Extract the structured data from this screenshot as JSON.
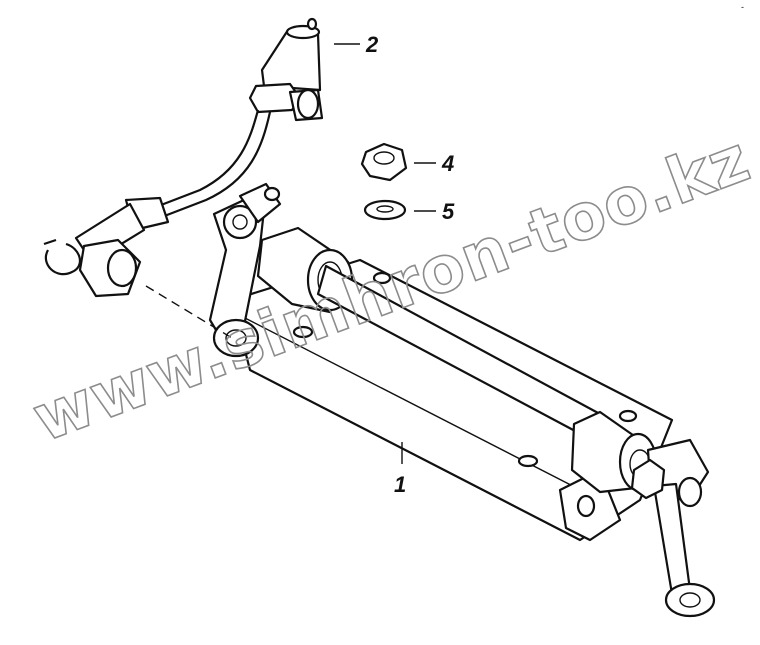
{
  "corner_mark": "-",
  "watermark": "www.simhron-too.kz",
  "callouts": [
    {
      "id": "1",
      "label": "1"
    },
    {
      "id": "2",
      "label": "2"
    },
    {
      "id": "4",
      "label": "4"
    },
    {
      "id": "5",
      "label": "5"
    }
  ],
  "colors": {
    "line": "#111111",
    "paper": "#ffffff",
    "watermark": "#8c8c8c"
  }
}
